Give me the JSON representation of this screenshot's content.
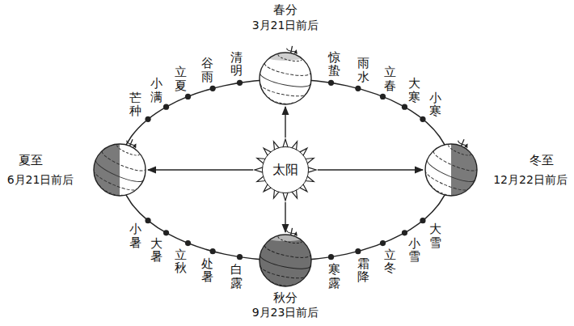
{
  "diagram": {
    "nodes": [
      {
        "text": [
          "春分",
          "3月21日前后"
        ]
      },
      {
        "text": [
          "夏至",
          "6月21日前后"
        ]
      },
      {
        "text": [
          "太阳"
        ]
      },
      {
        "text": [
          "冬至",
          "12月22日前后"
        ]
      },
      {
        "text": [
          "秋分",
          "9月23日前后"
        ]
      }
    ],
    "edges": [
      {
        "from": 2,
        "to": 0,
        "arrow": "to"
      },
      {
        "from": 2,
        "to": 1,
        "arrow": "to"
      },
      {
        "from": 2,
        "to": 3,
        "arrow": "to"
      },
      {
        "from": 2,
        "to": 4,
        "arrow": "to"
      }
    ],
    "labels": [
      "芒种",
      "小满",
      "立夏",
      "谷雨",
      "清明",
      "惊蛰",
      "雨水",
      "立春",
      "大寒",
      "小寒",
      "小暑",
      "大暑",
      "立秋",
      "处暑",
      "白露",
      "寒露",
      "霜降",
      "立冬",
      "小雪",
      "大雪"
    ]
  }
}
